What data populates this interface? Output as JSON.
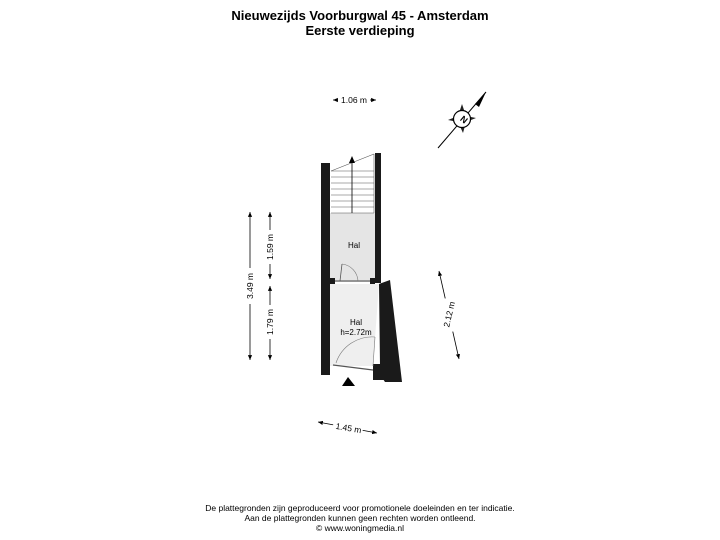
{
  "header": {
    "address": "Nieuwezijds Voorburgwal 45 - Amsterdam",
    "floor": "Eerste verdieping"
  },
  "rooms": [
    {
      "name": "Hal"
    },
    {
      "name": "Hal",
      "height": "h=2.72m"
    }
  ],
  "dimensions": {
    "top_width": "1.06 m",
    "total_length": "3.49 m",
    "upper_length": "1.59 m",
    "lower_length": "1.79 m",
    "right_length": "2.12 m",
    "bottom_width": "1.45 m"
  },
  "compass": {
    "label": "N"
  },
  "footer": {
    "line1": "De plattegronden zijn geproduceerd voor promotionele doeleinden en ter indicatie.",
    "line2": "Aan de plattegronden kunnen geen rechten worden ontleend.",
    "line3": "© www.woningmedia.nl"
  },
  "colors": {
    "wall": "#1a1a1a",
    "upper_room_fill": "#e5e5e5",
    "lower_room_fill": "#efefef"
  }
}
